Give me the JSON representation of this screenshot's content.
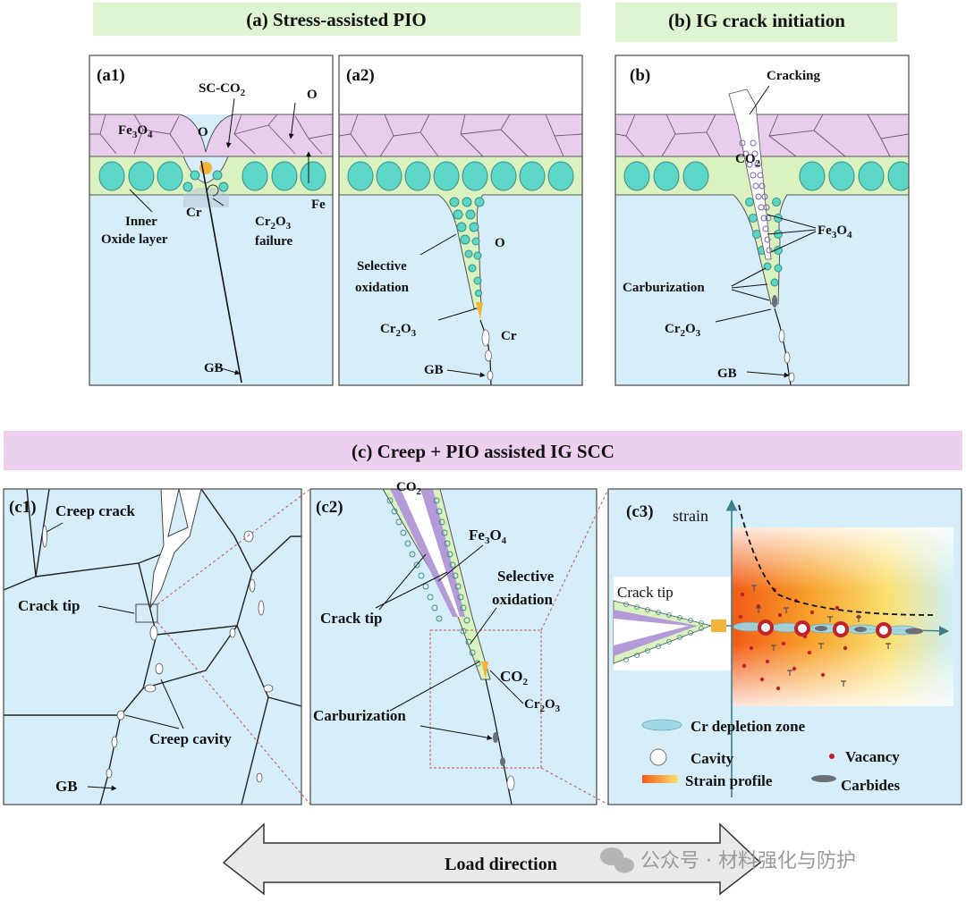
{
  "headers": {
    "a": "(a) Stress-assisted PIO",
    "b": "(b)  IG crack initiation",
    "c": "(c)   Creep + PIO assisted IG SCC"
  },
  "panel_tags": {
    "a1": "(a1)",
    "a2": "(a2)",
    "b": "(b)",
    "c1": "(c1)",
    "c2": "(c2)",
    "c3": "(c3)"
  },
  "a1": {
    "sc_co2": "SC-CO",
    "sc_co2_sub": "2",
    "o_top": "O",
    "o_mid": "O",
    "fe3o4": "Fe",
    "fe3o4_sub1": "3",
    "fe3o4_mid": "O",
    "fe3o4_sub2": "4",
    "cr": "Cr",
    "fe": "Fe",
    "inner": "Inner",
    "oxide_layer": "Oxide layer",
    "cr2o3": "Cr",
    "cr2o3_sub1": "2",
    "cr2o3_mid": "O",
    "cr2o3_sub2": "3",
    "failure": "failure",
    "gb": "GB"
  },
  "a2": {
    "o": "O",
    "selective": "Selective",
    "oxidation": "oxidation",
    "cr2o3": "Cr",
    "cr2o3_sub1": "2",
    "cr2o3_mid": "O",
    "cr2o3_sub2": "3",
    "cr": "Cr",
    "gb": "GB"
  },
  "b": {
    "cracking": "Cracking",
    "co2": "CO",
    "co2_sub": "2",
    "fe3o4": "Fe",
    "fe3o4_sub1": "3",
    "fe3o4_mid": "O",
    "fe3o4_sub2": "4",
    "carburization": "Carburization",
    "cr2o3": "Cr",
    "cr2o3_sub1": "2",
    "cr2o3_mid": "O",
    "cr2o3_sub2": "3",
    "gb": "GB"
  },
  "c1": {
    "creep_crack": "Creep crack",
    "crack_tip": "Crack tip",
    "creep_cavity": "Creep cavity",
    "gb": "GB"
  },
  "c2": {
    "co2_top": "CO",
    "co2_top_sub": "2",
    "fe3o4": "Fe",
    "fe3o4_sub1": "3",
    "fe3o4_mid": "O",
    "fe3o4_sub2": "4",
    "selective": "Selective",
    "oxidation": "oxidation",
    "crack_tip": "Crack tip",
    "co2": "CO",
    "co2_sub": "2",
    "cr2o3": "Cr",
    "cr2o3_sub1": "2",
    "cr2o3_mid": "O",
    "cr2o3_sub2": "3",
    "carburization": "Carburization"
  },
  "c3": {
    "strain": "strain",
    "crack_tip": "Crack tip",
    "legend": {
      "cr_depletion": "Cr depletion zone",
      "cavity": "Cavity",
      "vacancy": "Vacancy",
      "strain_profile": "Strain profile",
      "carbides": "Carbides"
    }
  },
  "load_direction": "Load direction",
  "watermark": "公众号 · 材料强化与防护",
  "colors": {
    "metal": "#d6eefa",
    "oxide_outer": "#e8cdec",
    "inner_oxide": "#d9f2bf",
    "particle": "#5cd6c6",
    "header_green": "#dff5d2",
    "header_pink": "#ecd0ee",
    "cr2o3": "#f3b43a",
    "vacancy": "#c0222b",
    "purple": "#b49ad8",
    "strain_hot": "#f27a1d"
  }
}
